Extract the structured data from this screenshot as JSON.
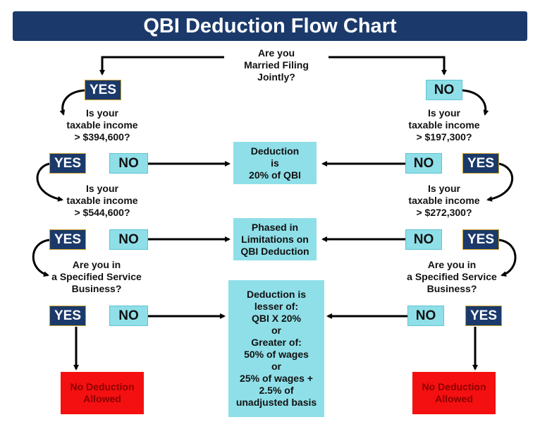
{
  "title": "QBI Deduction Flow Chart",
  "q_married": "Are you\nMarried Filing\nJointly?",
  "left": {
    "yes_top": "YES",
    "q1": "Is your\ntaxable income\n> $394,600?",
    "yes1": "YES",
    "no1": "NO",
    "q2": "Is your\ntaxable income\n> $544,600?",
    "yes2": "YES",
    "no2": "NO",
    "q3": "Are you in\na Specified Service\nBusiness?",
    "yes3": "YES",
    "no3": "NO",
    "stop": "No Deduction\nAllowed"
  },
  "right": {
    "no_top": "NO",
    "q1": "Is your\ntaxable income\n> $197,300?",
    "no1": "NO",
    "yes1": "YES",
    "q2": "Is your\ntaxable income\n> $272,300?",
    "no2": "NO",
    "yes2": "YES",
    "q3": "Are you in\na Specified Service\nBusiness?",
    "no3": "NO",
    "yes3": "YES",
    "stop": "No Deduction\nAllowed"
  },
  "center": {
    "result1": "Deduction\nis\n20% of QBI",
    "result2": "Phased in\nLimitations on\nQBI Deduction",
    "result3": "Deduction is\nlesser of:\nQBI X 20%\nor\nGreater of:\n50% of wages\nor\n25% of wages +\n2.5% of\nunadjusted basis"
  },
  "colors": {
    "navy": "#1b3a6b",
    "cyan": "#8fdfe8",
    "red": "#f41010",
    "arrow": "#000000"
  }
}
